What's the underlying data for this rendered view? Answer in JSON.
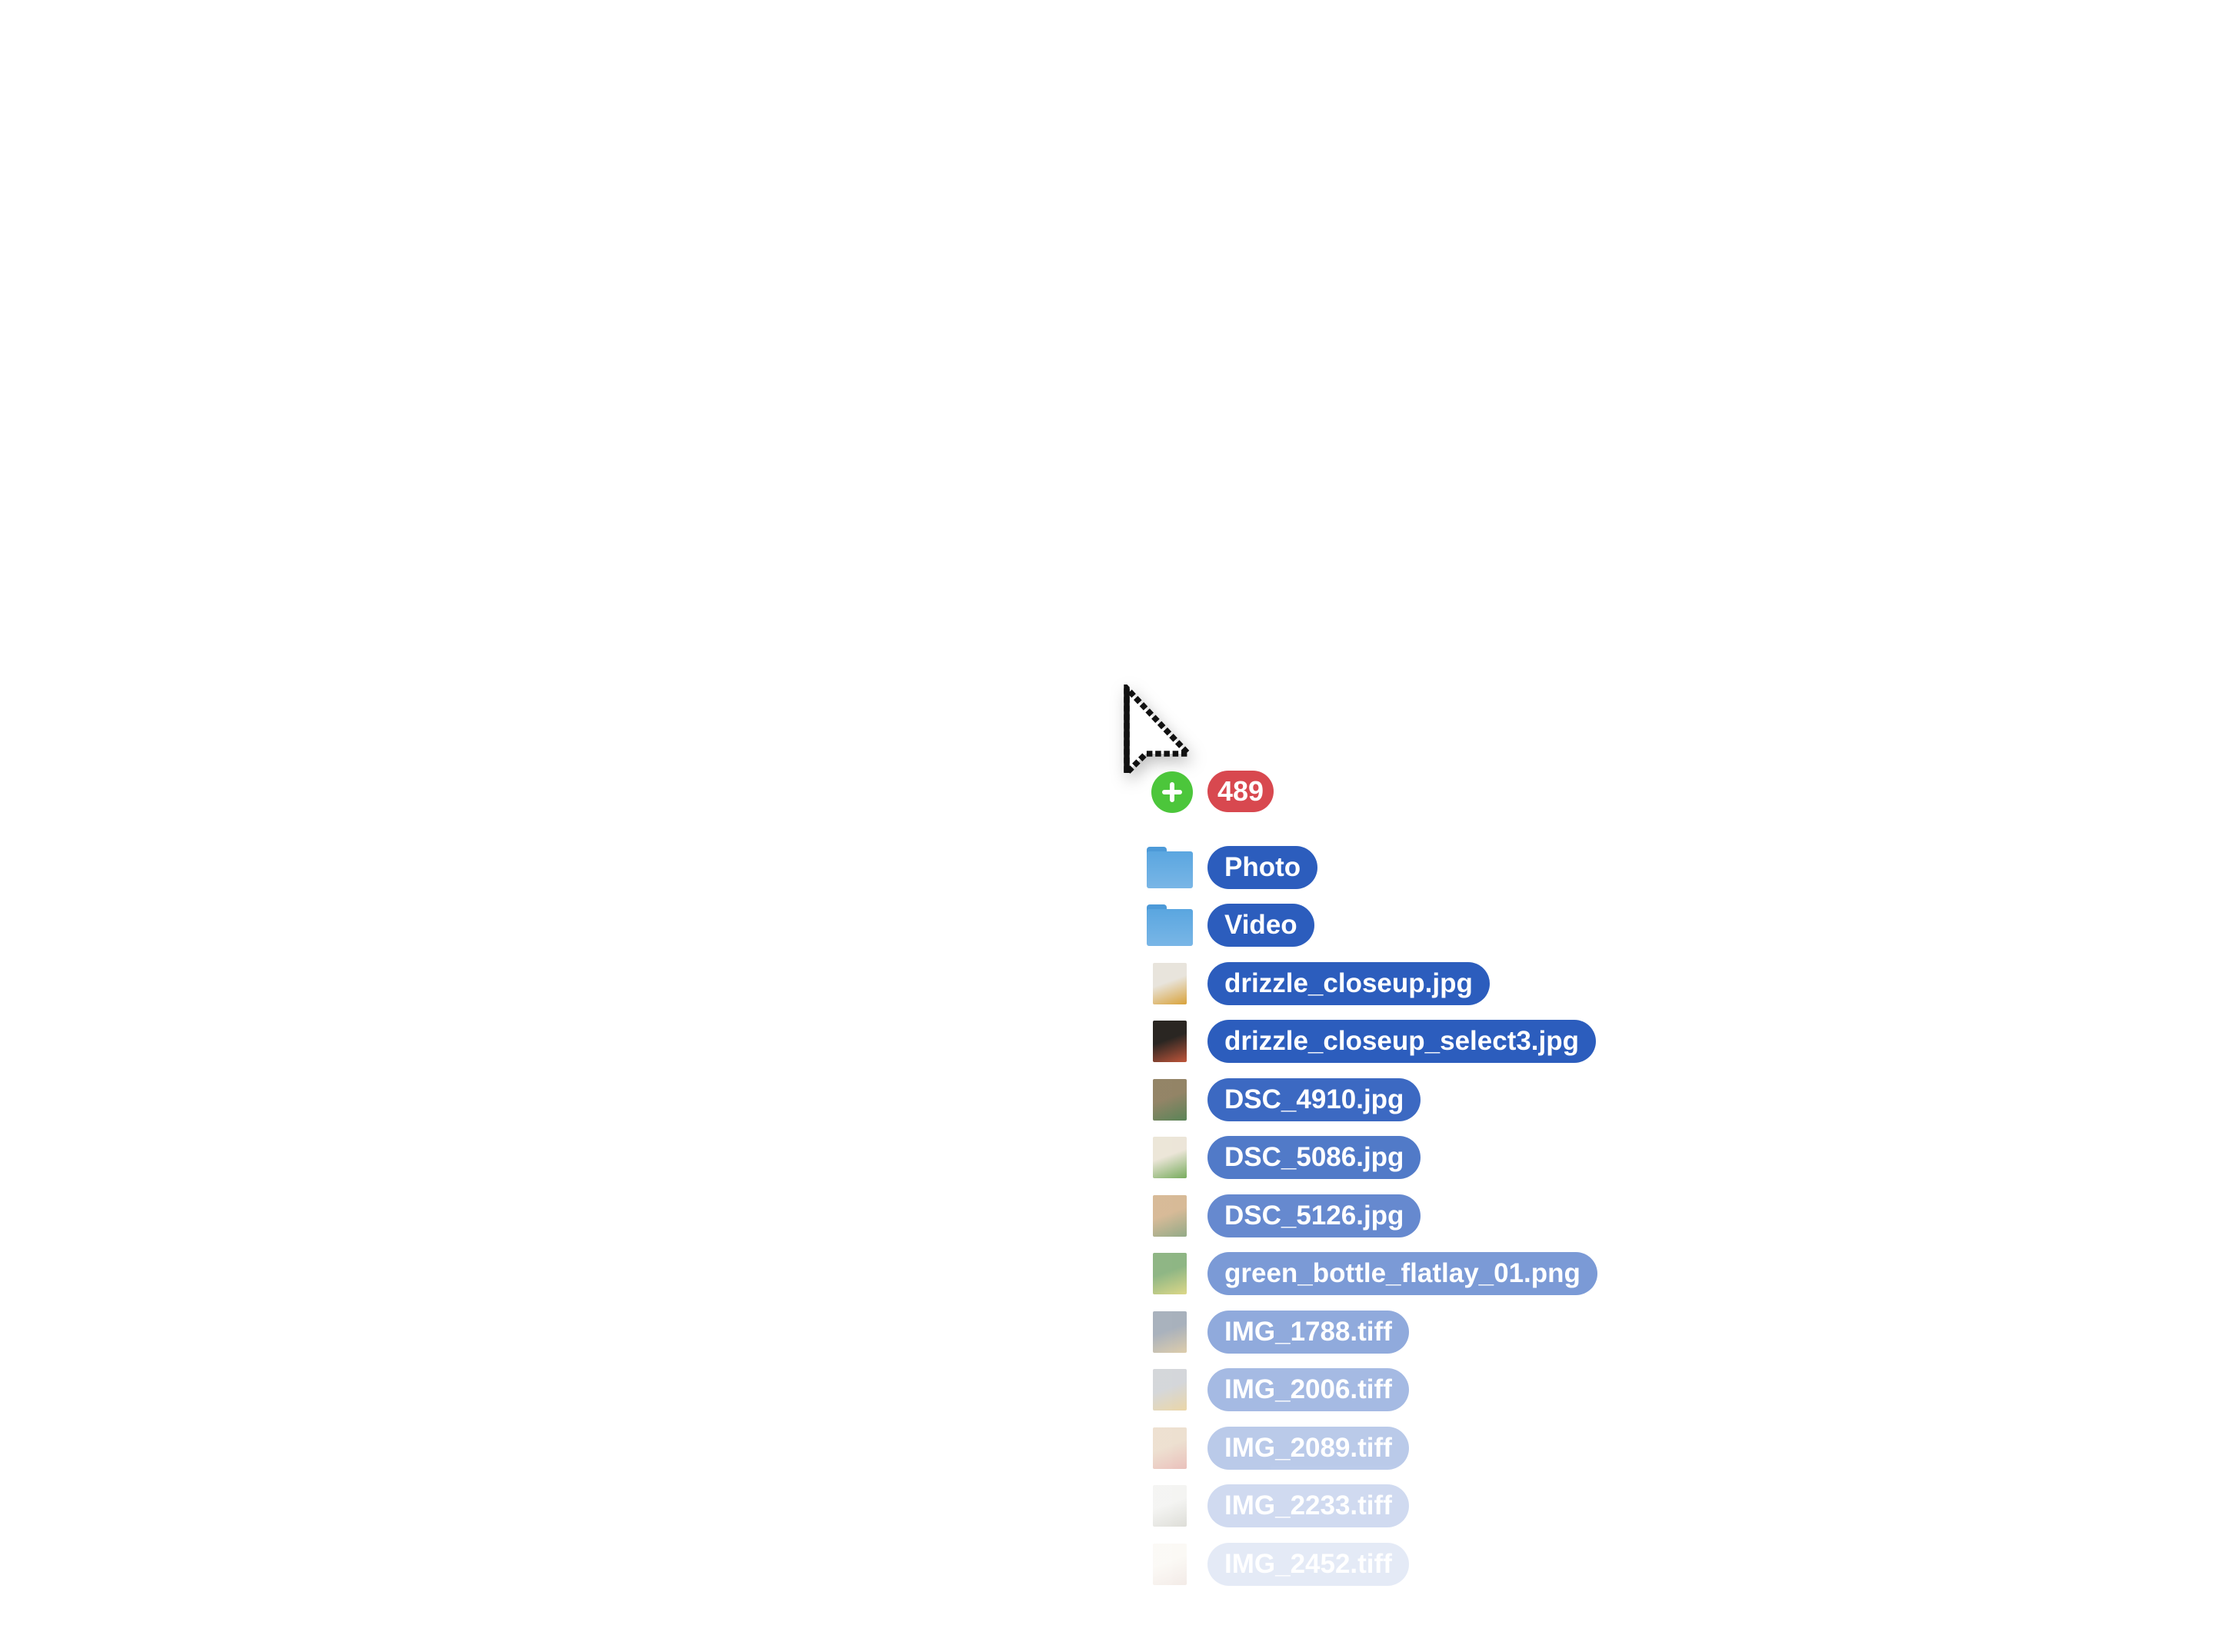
{
  "drag": {
    "count_badge": "489",
    "add_icon": "plus-circle-icon",
    "cursor_icon": "arrow-cursor-icon"
  },
  "colors": {
    "pill": "#2c5dbd",
    "badge": "#d8484f",
    "add": "#4cc63b",
    "folder": "#5aa6e0"
  },
  "items": [
    {
      "label": "Photo",
      "type": "folder",
      "opacity": 1
    },
    {
      "label": "Video",
      "type": "folder",
      "opacity": 1
    },
    {
      "label": "drizzle_closeup.jpg",
      "type": "image",
      "thumb": [
        "#e8e4dc",
        "#d9a23a"
      ],
      "opacity": 1
    },
    {
      "label": "drizzle_closeup_select3.jpg",
      "type": "image",
      "thumb": [
        "#2a2622",
        "#c0553a"
      ],
      "opacity": 1
    },
    {
      "label": "DSC_4910.jpg",
      "type": "image",
      "thumb": [
        "#8a7a5a",
        "#4d7a4a"
      ],
      "opacity": 0.92
    },
    {
      "label": "DSC_5086.jpg",
      "type": "image",
      "thumb": [
        "#e8e0d0",
        "#5a9a3a"
      ],
      "opacity": 0.82
    },
    {
      "label": "DSC_5126.jpg",
      "type": "image",
      "thumb": [
        "#c8a070",
        "#6a8a5a"
      ],
      "opacity": 0.72
    },
    {
      "label": "green_bottle_flatlay_01.png",
      "type": "image",
      "thumb": [
        "#4a8a3a",
        "#c8c040"
      ],
      "opacity": 0.62
    },
    {
      "label": "IMG_1788.tiff",
      "type": "image",
      "thumb": [
        "#5a6a80",
        "#c0a060"
      ],
      "opacity": 0.52
    },
    {
      "label": "IMG_2006.tiff",
      "type": "image",
      "thumb": [
        "#9aa0a8",
        "#d0a030"
      ],
      "opacity": 0.42
    },
    {
      "label": "IMG_2089.tiff",
      "type": "image",
      "thumb": [
        "#c8a070",
        "#c04030"
      ],
      "opacity": 0.32
    },
    {
      "label": "IMG_2233.tiff",
      "type": "image",
      "thumb": [
        "#d0d0c8",
        "#6a6a50"
      ],
      "opacity": 0.22
    },
    {
      "label": "IMG_2452.tiff",
      "type": "image",
      "thumb": [
        "#e0d0b0",
        "#a06040"
      ],
      "opacity": 0.12
    }
  ]
}
